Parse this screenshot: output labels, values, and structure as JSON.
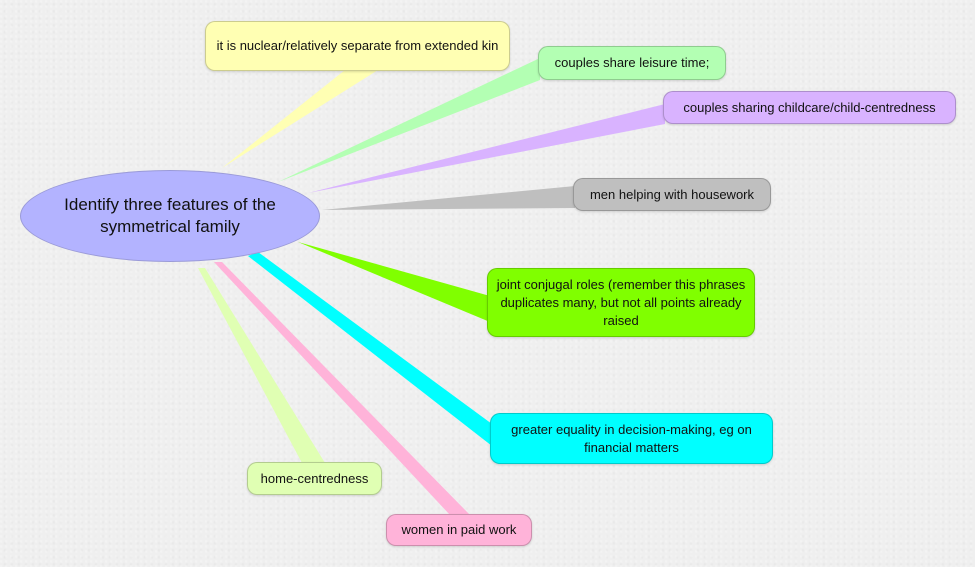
{
  "central_topic": "Identify three features of the symmetrical family",
  "nodes": [
    {
      "label": "it is nuclear/relatively separate from extended kin",
      "color": "#ffffb3"
    },
    {
      "label": "couples share leisure time;",
      "color": "#b3ffb3"
    },
    {
      "label": "couples sharing childcare/child-centredness",
      "color": "#d9b3ff"
    },
    {
      "label": "men helping with housework",
      "color": "#bfbfbf"
    },
    {
      "label": "joint conjugal roles (remember this phrases duplicates many, but not all points already raised",
      "color": "#80ff00"
    },
    {
      "label": "greater equality in decision-making, eg on financial matters",
      "color": "#00ffff"
    },
    {
      "label": "home-centredness",
      "color": "#e0ffb3"
    },
    {
      "label": "women in paid work",
      "color": "#ffb3d9"
    }
  ]
}
